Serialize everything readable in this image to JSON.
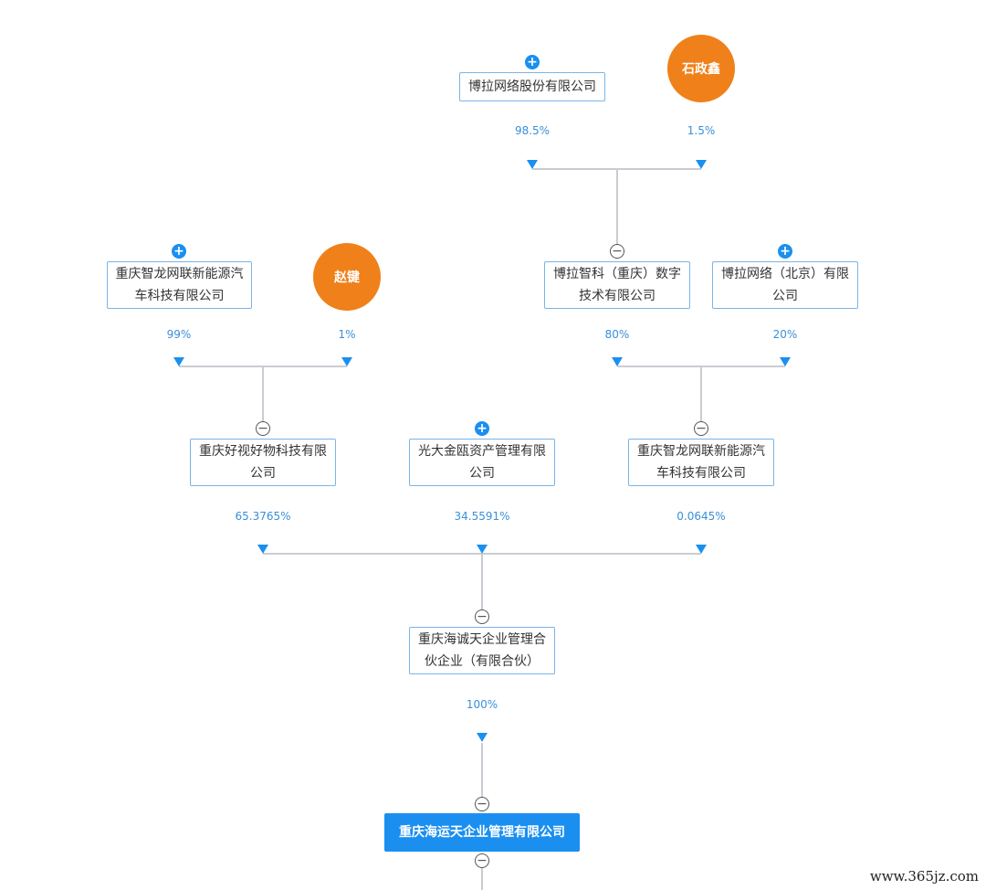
{
  "nodes": {
    "bola_network": {
      "label": "博拉网络股份有限公司",
      "toggle": "+"
    },
    "shi_zhengxin": {
      "label": "石政鑫"
    },
    "zhilong_top": {
      "label": "重庆智龙网联新能源汽车科技有限公司",
      "toggle": "+"
    },
    "zhao_jian": {
      "label": "赵键"
    },
    "bola_zhike": {
      "label": "博拉智科（重庆）数字技术有限公司",
      "toggle": "−"
    },
    "bola_beijing": {
      "label": "博拉网络（北京）有限公司",
      "toggle": "+"
    },
    "haoshi": {
      "label": "重庆好视好物科技有限公司",
      "toggle": "−"
    },
    "everbright": {
      "label": "光大金瓯资产管理有限公司",
      "toggle": "+"
    },
    "zhilong_mid": {
      "label": "重庆智龙网联新能源汽车科技有限公司",
      "toggle": "−"
    },
    "haicheng": {
      "label": "重庆海诚天企业管理合伙企业（有限合伙）",
      "toggle": "−"
    },
    "target": {
      "label": "重庆海运天企业管理有限公司",
      "toggle_top": "−",
      "toggle_bottom": "−"
    }
  },
  "percents": {
    "bola_network": "98.5%",
    "shi_zhengxin": "1.5%",
    "zhilong_top": "99%",
    "zhao_jian": "1%",
    "bola_zhike": "80%",
    "bola_beijing": "20%",
    "haoshi": "65.3765%",
    "everbright": "34.5591%",
    "zhilong_mid": "0.0645%",
    "haicheng": "100%"
  },
  "watermark": "www.365jz.com",
  "colors": {
    "line": "#c8cdd3",
    "arrow": "#1a8ff0",
    "person": "#f0801a",
    "target": "#1a8ff0",
    "border": "#7ab4e6"
  }
}
